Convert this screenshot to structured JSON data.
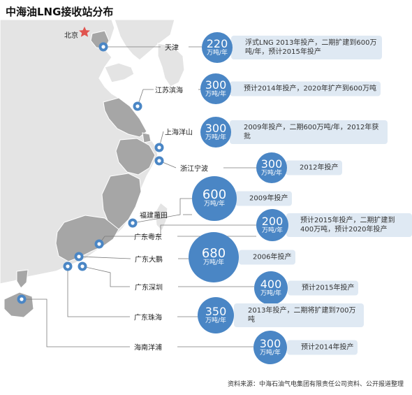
{
  "title": "中海油LNG接收站分布",
  "capital": "北京",
  "unit": "万吨/年",
  "source": "资料来源：中海石油气电集团有限责任公司资料、公开报道整理",
  "colors": {
    "bubble": "#4a86c5",
    "land": "#e4e4e4",
    "highlight": "#a6a6a6",
    "note_bg": "#dfe9f3",
    "star": "#e0544f"
  },
  "stations": [
    {
      "id": "tianjin",
      "label": "天津",
      "capacity": "220",
      "note": "浮式LNG 2013年投产，二期扩建到600万吨/年，预计2015年投产"
    },
    {
      "id": "jiangsu",
      "label": "江苏滨海",
      "capacity": "300",
      "note": "预计2014年投产，2020年扩产到600万吨"
    },
    {
      "id": "shanghai",
      "label": "上海洋山",
      "capacity": "300",
      "note": "2009年投产，二期600万吨/年，2012年获批"
    },
    {
      "id": "ningbo",
      "label": "浙江宁波",
      "capacity": "300",
      "note": "2012年投产"
    },
    {
      "id": "putian",
      "label": "福建莆田",
      "capacity": "600",
      "note": "2009年投产"
    },
    {
      "id": "yuedong",
      "label": "广东粤东",
      "capacity": "200",
      "note": "预计2015年投产，二期扩建到400万吨，预计2020年投产"
    },
    {
      "id": "dapeng",
      "label": "广东大鹏",
      "capacity": "680",
      "note": "2006年投产"
    },
    {
      "id": "shenzhen",
      "label": "广东深圳",
      "capacity": "400",
      "note": "预计2015年投产"
    },
    {
      "id": "zhuhai",
      "label": "广东珠海",
      "capacity": "350",
      "note": "2013年投产，二期将扩建到700万吨"
    },
    {
      "id": "yangpu",
      "label": "海南洋浦",
      "capacity": "300",
      "note": "预计2014年投产"
    }
  ]
}
